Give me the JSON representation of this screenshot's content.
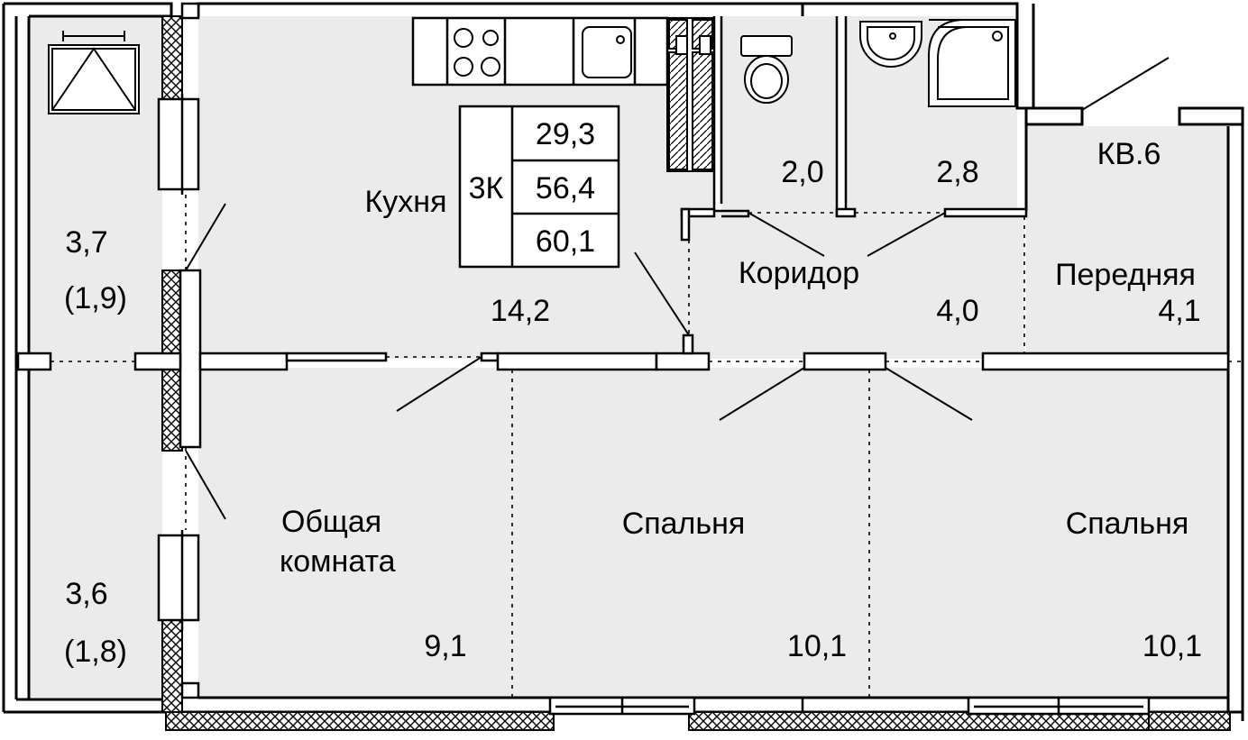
{
  "apartment": {
    "number": "КВ.6",
    "type": "3К",
    "areas": [
      "29,3",
      "56,4",
      "60,1"
    ]
  },
  "rooms": {
    "kitchen": {
      "name": "Кухня",
      "area": "14,2"
    },
    "living": {
      "name_line1": "Общая",
      "name_line2": "комната",
      "area": "9,1"
    },
    "bedroom1": {
      "name": "Спальня",
      "area": "10,1"
    },
    "bedroom2": {
      "name": "Спальня",
      "area": "10,1"
    },
    "corridor": {
      "name": "Коридор",
      "area": "4,0"
    },
    "hall": {
      "name": "Передняя",
      "area": "4,1"
    },
    "wc": {
      "area": "2,0"
    },
    "bath": {
      "area": "2,8"
    },
    "balcony_top": {
      "area": "3,7",
      "area_reduced": "(1,9)"
    },
    "balcony_bottom": {
      "area": "3,6",
      "area_reduced": "(1,8)"
    }
  },
  "colors": {
    "floor": "#ebebeb",
    "wall": "#ffffff",
    "line": "#000000"
  }
}
